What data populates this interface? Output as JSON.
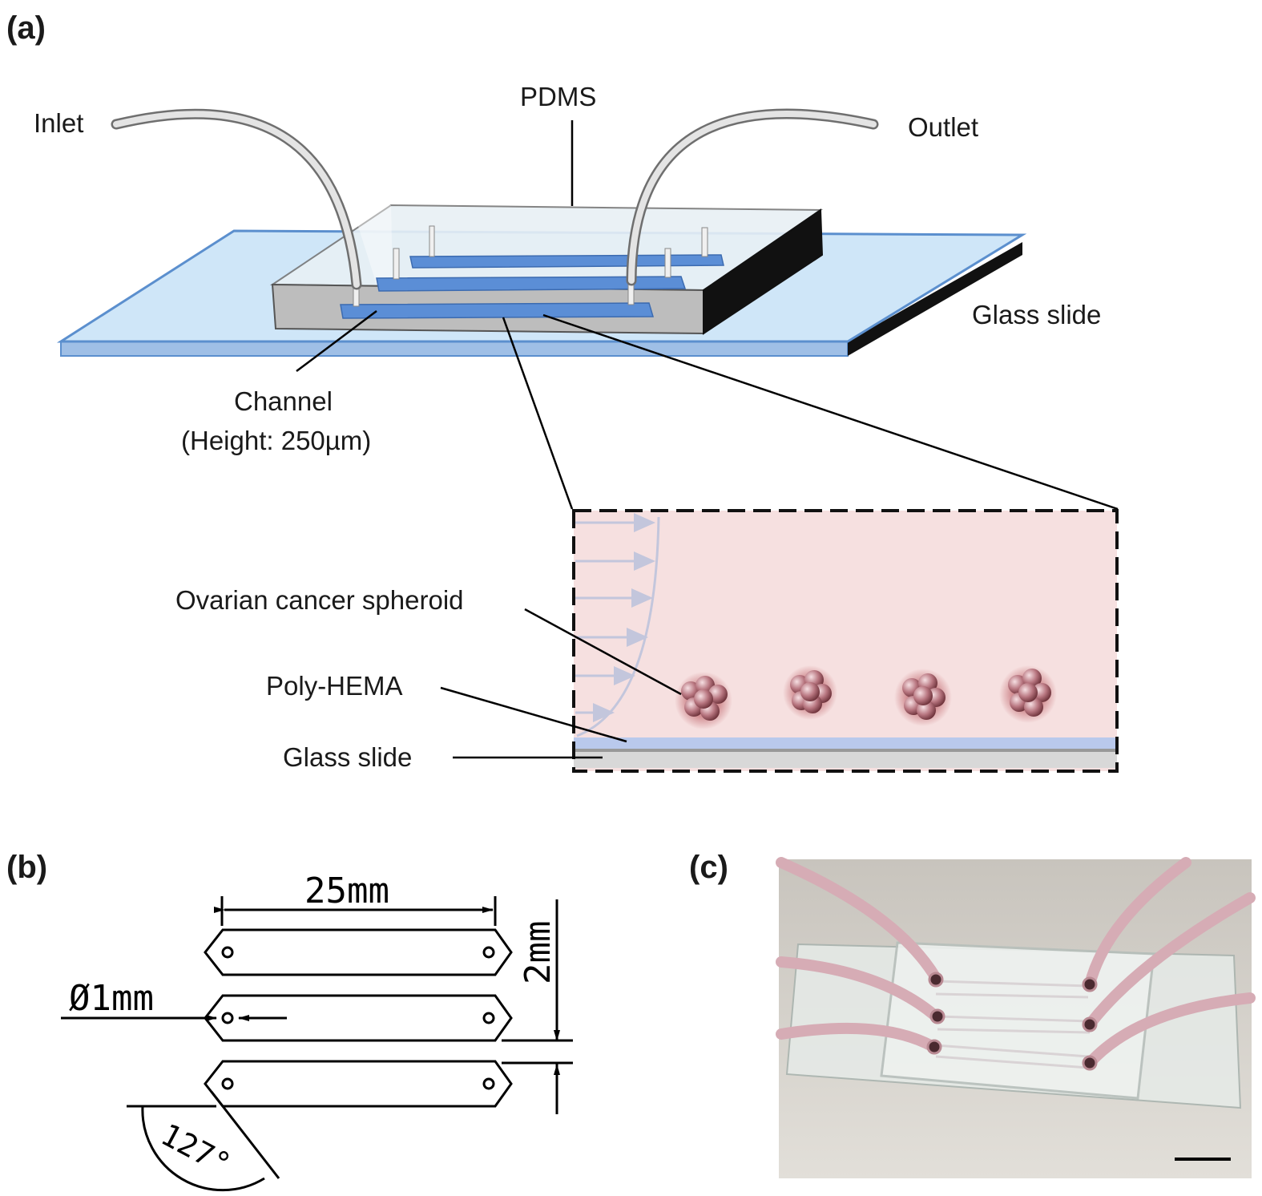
{
  "panels": {
    "a": "(a)",
    "b": "(b)",
    "c": "(c)"
  },
  "panel_a": {
    "inlet": "Inlet",
    "outlet": "Outlet",
    "pdms": "PDMS",
    "glass_slide": "Glass slide",
    "channel": "Channel",
    "channel_height": "(Height: 250µm)",
    "spheroid": "Ovarian cancer spheroid",
    "poly_hema": "Poly-HEMA",
    "glass_slide_inset": "Glass slide"
  },
  "panel_b": {
    "length": "25mm",
    "width": "2mm",
    "hole": "Ø1mm",
    "angle": "127°"
  },
  "colors": {
    "glass": "#cfe6f8",
    "glass_edge": "#5b8fce",
    "pdms_side": "#bdbdbd",
    "pdms_dark": "#111111",
    "channel": "#5b8ed6",
    "inset_bg": "#f6e0e0",
    "poly_hema": "#b9c9ec",
    "spheroid": "#b56d77"
  }
}
